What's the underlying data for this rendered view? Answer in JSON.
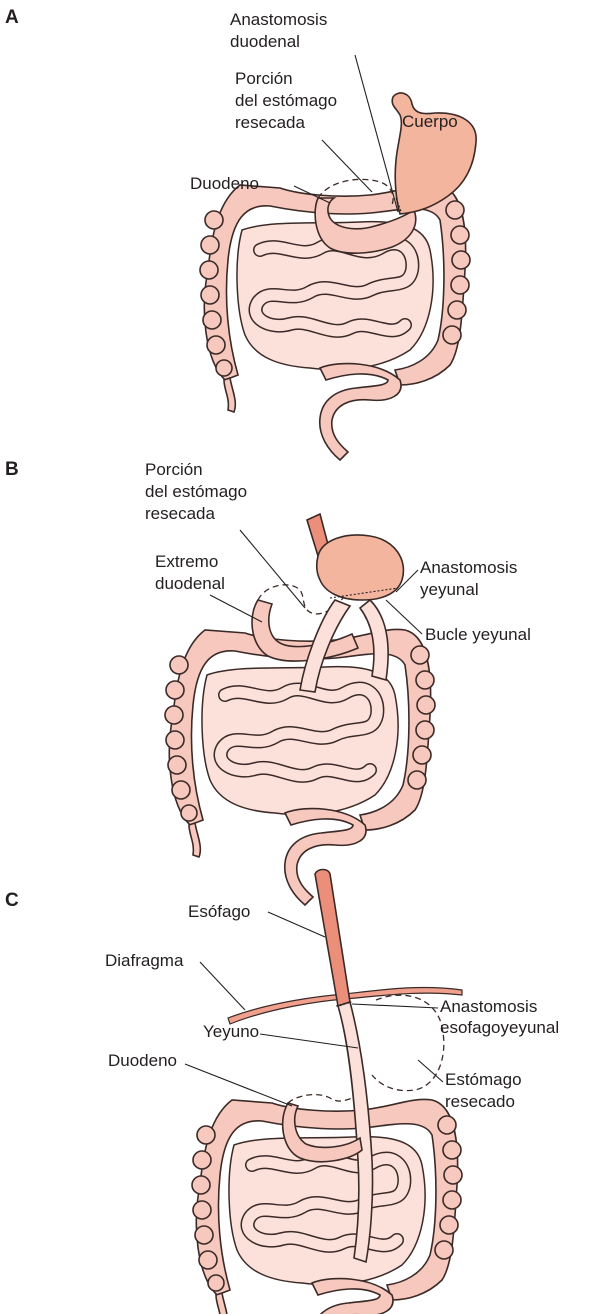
{
  "panels": [
    {
      "letter": "A",
      "labels": {
        "anastomosis_1": "Anastomosis",
        "anastomosis_2": "duodenal",
        "porcion_1": "Porción",
        "porcion_2": "del estómago",
        "porcion_3": "resecada",
        "cuerpo": "Cuerpo",
        "duodeno": "Duodeno"
      }
    },
    {
      "letter": "B",
      "labels": {
        "porcion_1": "Porción",
        "porcion_2": "del estómago",
        "porcion_3": "resecada",
        "extremo_1": "Extremo",
        "extremo_2": "duodenal",
        "anastomosis_1": "Anastomosis",
        "anastomosis_2": "yeyunal",
        "bucle": "Bucle yeyunal"
      }
    },
    {
      "letter": "C",
      "labels": {
        "esofago": "Esófago",
        "diafragma": "Diafragma",
        "anastomosis_1": "Anastomosis",
        "anastomosis_2": "esofagoyeyunal",
        "yeyuno": "Yeyuno",
        "duodeno": "Duodeno",
        "estomago_1": "Estómago",
        "estomago_2": "resecado"
      }
    }
  ],
  "colors": {
    "stomach": "#f4b59f",
    "intestine": "#f7c8bd",
    "esophagus": "#ec8f7a",
    "outline": "#3b2a27"
  }
}
